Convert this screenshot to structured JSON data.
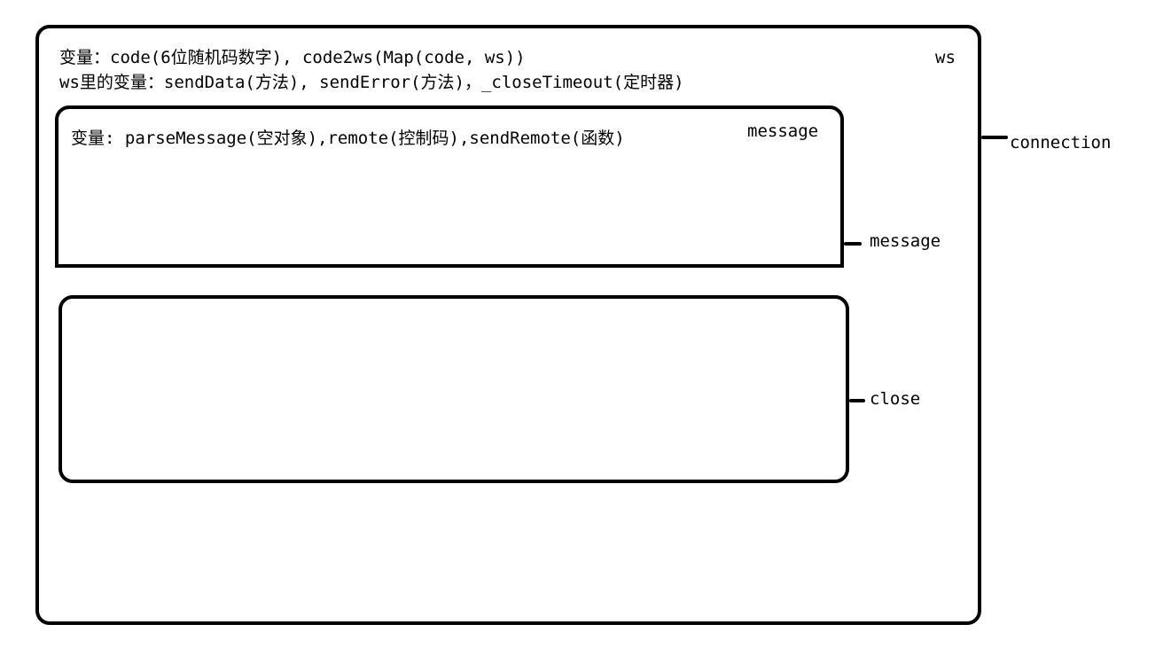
{
  "connection": {
    "label": "connection",
    "corner_label": "ws",
    "line1": "变量：code(6位随机码数字), code2ws(Map(code, ws))",
    "line2": "ws里的变量：sendData(方法), sendError(方法)，_closeTimeout(定时器)"
  },
  "message": {
    "label": "message",
    "corner_label": "message",
    "text": "变量: parseMessage(空对象),remote(控制码),sendRemote(函数)"
  },
  "close": {
    "label": "close"
  },
  "colors": {
    "stroke": "#000000",
    "background": "#ffffff"
  }
}
